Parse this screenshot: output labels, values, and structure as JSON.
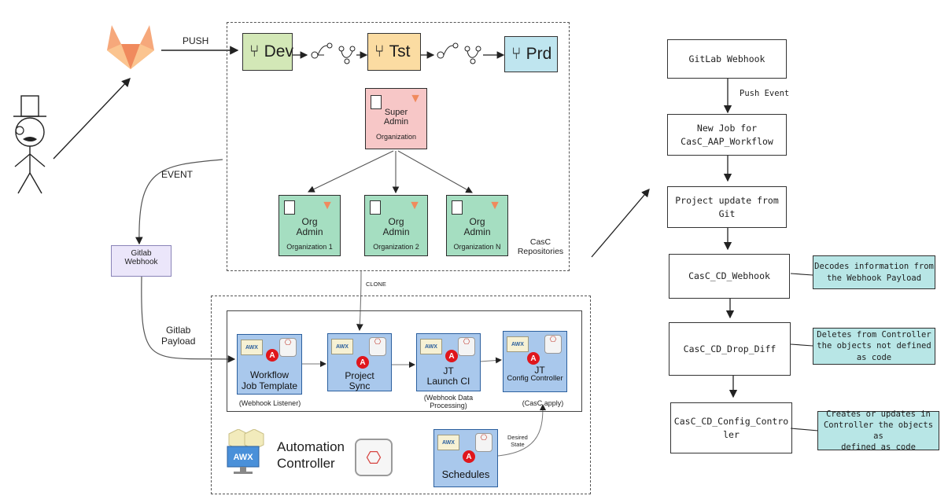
{
  "top": {
    "push_label": "PUSH",
    "event_label": "EVENT",
    "webhook_box": "Gitlab\nWebhook",
    "payload_label": "Gitlab\nPayload",
    "clone_label": "CLONE"
  },
  "envs": [
    {
      "label": "Dev",
      "color": "#d3e8b7"
    },
    {
      "label": "Tst",
      "color": "#fbdca2"
    },
    {
      "label": "Prd",
      "color": "#bfe5ef"
    }
  ],
  "repos": {
    "super": {
      "line1": "Super",
      "line2": "Admin",
      "org": "Organization",
      "color": "#f7c7c7"
    },
    "orgs": [
      {
        "line1": "Org",
        "line2": "Admin",
        "org": "Organization 1",
        "color": "#a5dec1"
      },
      {
        "line1": "Org",
        "line2": "Admin",
        "org": "Organization 2",
        "color": "#a5dec1"
      },
      {
        "line1": "Org",
        "line2": "Admin",
        "org": "Organization N",
        "color": "#a5dec1"
      }
    ],
    "caption": "CasC\nRepositories"
  },
  "controller": {
    "cards": [
      {
        "line1": "Workflow",
        "line2": "Job Template",
        "caption": "(Webhook Listener)"
      },
      {
        "line1": "Project",
        "line2": "Sync",
        "caption": ""
      },
      {
        "line1": "JT",
        "line2": "Launch CI",
        "caption": "(Webhook Data\nProcessing)"
      },
      {
        "line1": "JT",
        "line2": "Config Controller",
        "caption": "(CasC apply)"
      }
    ],
    "schedules": "Schedules",
    "desired_state": "Desired\nState",
    "title": "Automation\nController",
    "awx_text": "AWX"
  },
  "flow": {
    "steps": [
      "GitLab Webhook",
      "New Job for\nCasC_AAP_Workflow",
      "Project update from Git",
      "CasC_CD_Webhook",
      "CasC_CD_Drop_Diff",
      "CasC_CD_Config_Contro\nler"
    ],
    "push_event": "Push Event",
    "notes": [
      "Decodes information from\nthe Webhook Payload",
      "Deletes from Controller\nthe objects not defined\nas code",
      "Creates or updates in\nController the objects as\ndefined as code"
    ]
  }
}
